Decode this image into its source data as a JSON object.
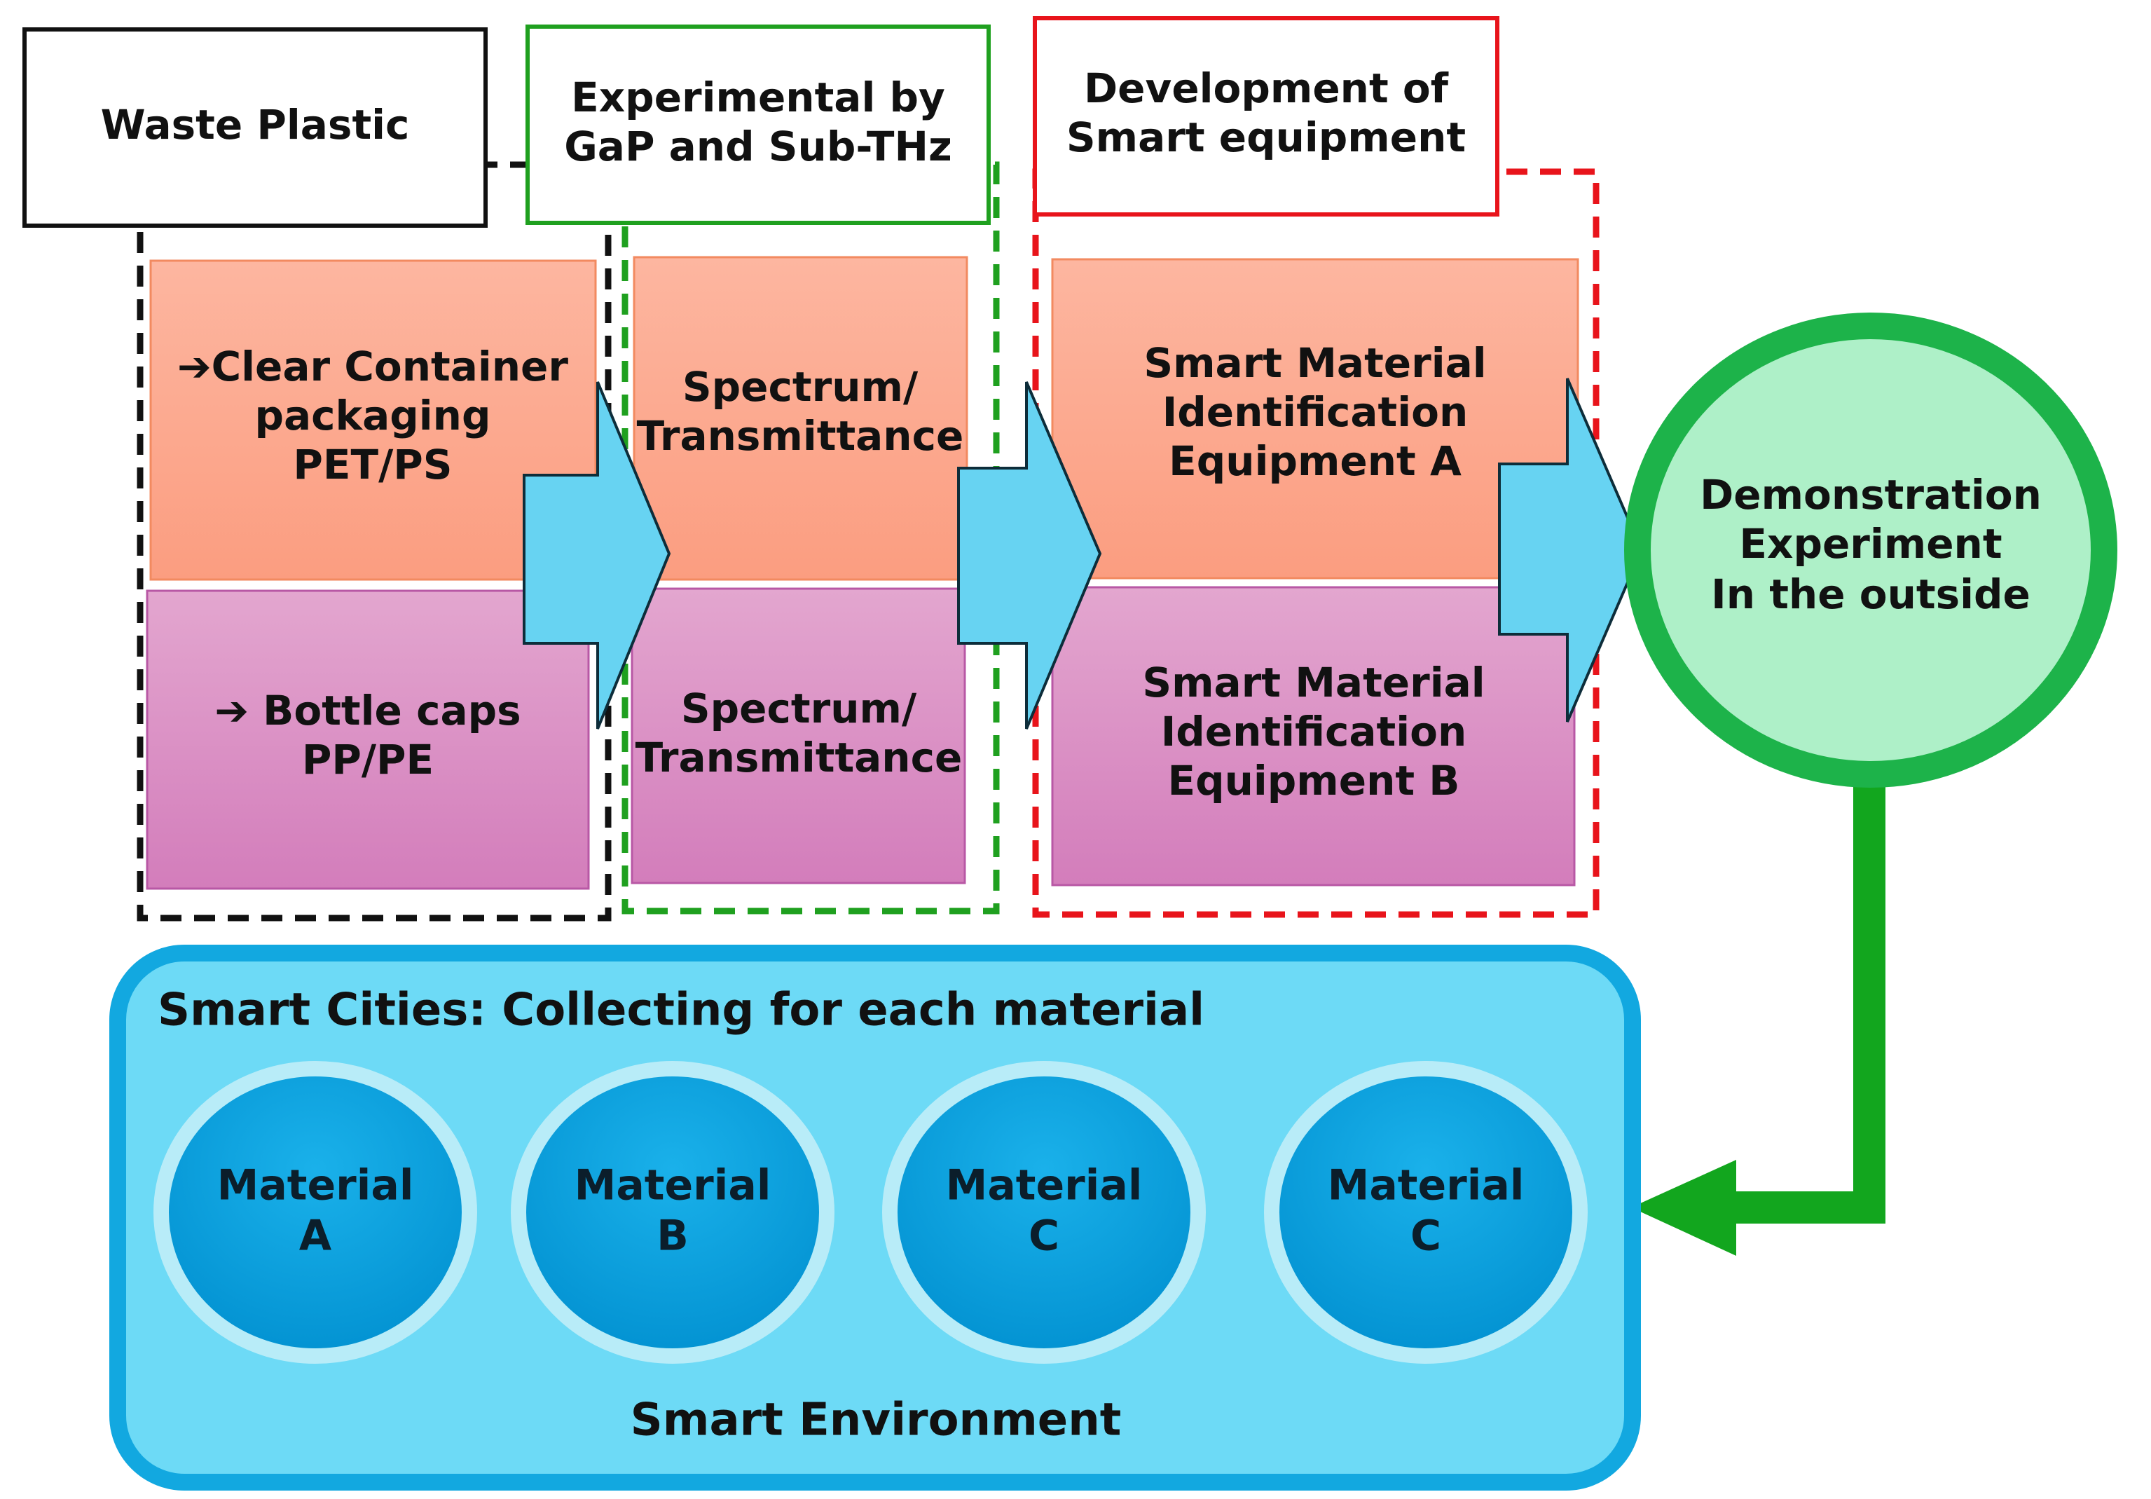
{
  "headers": {
    "waste_plastic": "Waste Plastic",
    "experimental": [
      "Experimental by",
      "GaP and Sub-THz"
    ],
    "development": [
      "Development of",
      "Smart equipment"
    ]
  },
  "plastics": {
    "clear_container": [
      "➔Clear Container",
      "packaging",
      "PET/PS"
    ],
    "bottle_caps": [
      "➔ Bottle caps",
      "PP/PE"
    ]
  },
  "spectrum": {
    "top": [
      "Spectrum/",
      "Transmittance"
    ],
    "bottom": [
      "Spectrum/",
      "Transmittance"
    ]
  },
  "equipment": {
    "a": [
      "Smart Material",
      "Identification",
      "Equipment A"
    ],
    "b": [
      "Smart Material",
      "Identification",
      "Equipment B"
    ]
  },
  "demonstration": [
    "Demonstration",
    "Experiment",
    "In the outside"
  ],
  "smart_cities": {
    "title": "Smart Cities: Collecting for each material",
    "footer": "Smart Environment",
    "materials": [
      [
        "Material",
        "A"
      ],
      [
        "Material",
        "B"
      ],
      [
        "Material",
        "C"
      ],
      [
        "Material",
        "C"
      ]
    ]
  },
  "colors": {
    "black_border": "#111111",
    "green_border": "#1fa01f",
    "red_border": "#e8141b",
    "orange_fill": "#fba58a",
    "pink_fill": "#d98cc4",
    "arrow_fill": "#67d3f2",
    "circle_fill": "#aef0c8",
    "circle_ring": "#1db34a",
    "panel_fill": "#6ddaf6",
    "panel_border": "#12a8e0",
    "material_fill": "#0aa0e0",
    "material_ring": "#b8ecf8",
    "return_arrow": "#12a61e"
  }
}
